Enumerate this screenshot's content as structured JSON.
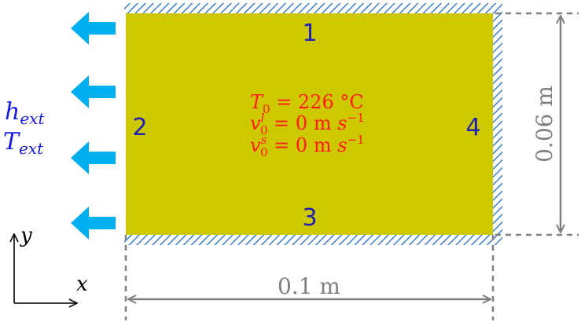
{
  "domain_colors": {
    "domain_fill": "#cdc800",
    "hatch": "#3a7fd0",
    "arrow": "#00aff0",
    "edge_numbers": "#1f1fb4",
    "initial_conditions": "#ff1a1a",
    "boundary_text": "#1a1ae6",
    "dimension": "#808080"
  },
  "edges": {
    "top": "1",
    "left": "2",
    "bottom": "3",
    "right": "4"
  },
  "initial_conditions": {
    "T0": {
      "sym": "T",
      "sub": "0",
      "eq": " = 226 °C"
    },
    "vl": {
      "sym": "v",
      "sub": "0",
      "sup": "l",
      "eq": " = 0 m ",
      "unit_s": "s",
      "exp": "−1"
    },
    "vs": {
      "sym": "v",
      "sub": "0",
      "sup": "s",
      "eq": " = 0 m ",
      "unit_s": "s",
      "exp": "−1"
    }
  },
  "boundary": {
    "h": {
      "sym": "h",
      "sub": "ext"
    },
    "T": {
      "sym": "T",
      "sub": "ext"
    }
  },
  "dimensions": {
    "width": "0.1 m",
    "height": "0.06 m"
  },
  "axes": {
    "x": "x",
    "y": "y"
  }
}
